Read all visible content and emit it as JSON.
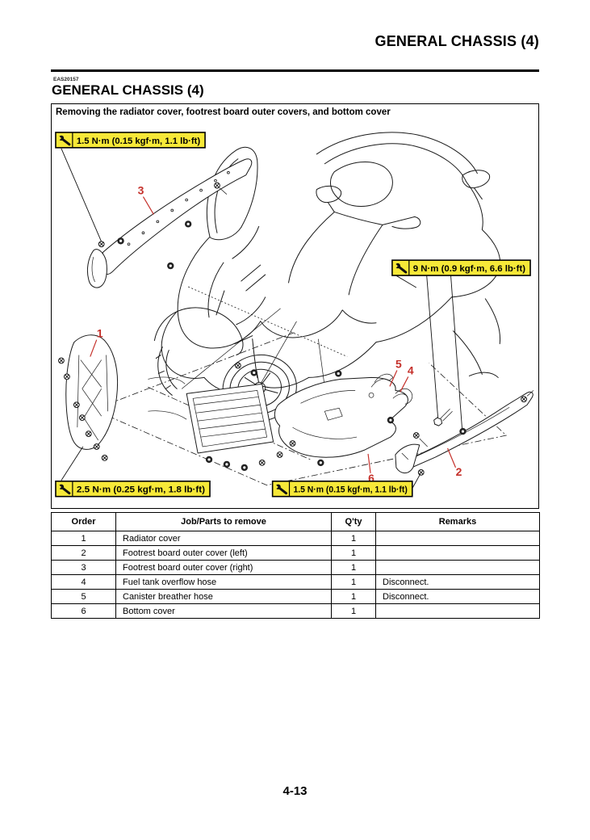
{
  "page": {
    "header_title": "GENERAL CHASSIS (4)",
    "code": "EAS20157",
    "section_title": "GENERAL CHASSIS (4)",
    "page_number": "4-13"
  },
  "figure": {
    "caption": "Removing the radiator cover, footrest board outer covers, and bottom cover",
    "torque_labels": [
      {
        "id": "top-left",
        "icon": "wrench-icon",
        "text": "1.5 N·m (0.15 kgf·m, 1.1 lb·ft)"
      },
      {
        "id": "mid-right",
        "icon": "wrench-icon",
        "text": "9 N·m (0.9 kgf·m, 6.6 lb·ft)"
      },
      {
        "id": "bottom-left",
        "icon": "wrench-icon",
        "text": "2.5 N·m (0.25 kgf·m, 1.8 lb·ft)"
      },
      {
        "id": "bottom-mid",
        "icon": "wrench-icon",
        "text": "1.5 N·m (0.15 kgf·m, 1.1 lb·ft)"
      }
    ],
    "callouts": [
      "1",
      "2",
      "3",
      "4",
      "5",
      "6"
    ],
    "colors": {
      "torque_label_bg": "#f6e838",
      "callout_red": "#c5312b",
      "line_art": "#1a1a1a"
    }
  },
  "table": {
    "headers": [
      "Order",
      "Job/Parts to remove",
      "Q'ty",
      "Remarks"
    ],
    "rows": [
      {
        "order": "1",
        "job": "Radiator cover",
        "qty": "1",
        "remarks": ""
      },
      {
        "order": "2",
        "job": "Footrest board outer cover (left)",
        "qty": "1",
        "remarks": ""
      },
      {
        "order": "3",
        "job": "Footrest board outer cover (right)",
        "qty": "1",
        "remarks": ""
      },
      {
        "order": "4",
        "job": "Fuel tank overflow hose",
        "qty": "1",
        "remarks": "Disconnect."
      },
      {
        "order": "5",
        "job": "Canister breather hose",
        "qty": "1",
        "remarks": "Disconnect."
      },
      {
        "order": "6",
        "job": "Bottom cover",
        "qty": "1",
        "remarks": ""
      }
    ]
  }
}
